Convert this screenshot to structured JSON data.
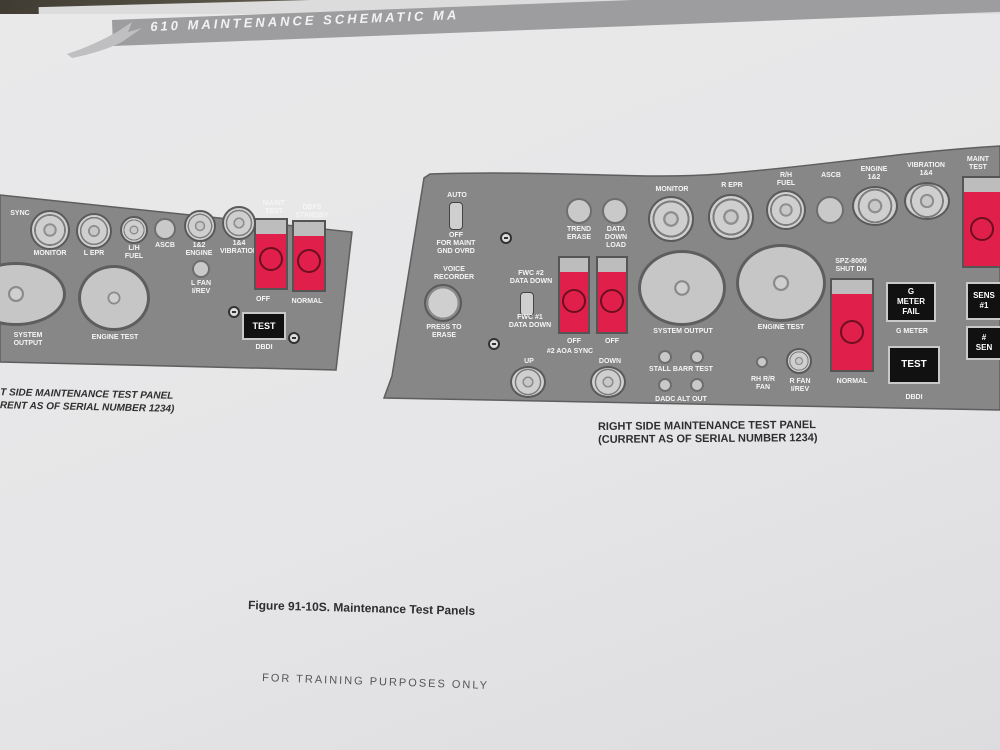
{
  "header": {
    "title": "610 MAINTENANCE SCHEMATIC MA"
  },
  "left_panel": {
    "labels": {
      "sync": "SYNC",
      "monitor": "MONITOR",
      "l_epr": "L EPR",
      "l_h_fuel": "L/H\nFUEL",
      "ascb": "ASCB",
      "engine_1_2": "1&2\nENGINE",
      "vibration_1_4": "1&4\nVIBRATION",
      "maint_test": "MAINT\nTEST",
      "dbfs_standby": "DBFS\nSTANDBY",
      "l_fan_i_rev": "L FAN\nI/REV",
      "system_output": "SYSTEM OUTPUT",
      "engine_test": "ENGINE TEST",
      "off": "OFF",
      "normal": "NORMAL",
      "test": "TEST",
      "dbdi": "DBDI"
    }
  },
  "right_panel": {
    "labels": {
      "auto": "AUTO",
      "off_for_maint": "OFF\nFOR MAINT\nGND OVRD",
      "voice_recorder": "VOICE\nRECORDER",
      "press_to_erase": "PRESS TO\nERASE",
      "trend_erase": "TREND\nERASE",
      "data_down_load": "DATA\nDOWN\nLOAD",
      "fwc2_data_down": "FWC #2\nDATA DOWN",
      "fwc1_data_down": "FWC #1\nDATA DOWN",
      "off_1": "OFF",
      "off_2": "OFF",
      "aoa_sync": "#2 AOA SYNC",
      "up": "UP",
      "down": "DOWN",
      "monitor": "MONITOR",
      "r_epr": "R EPR",
      "r_h_fuel": "R/H\nFUEL",
      "ascb": "ASCB",
      "engine_1_2": "ENGINE\n1&2",
      "vibration_1_4": "VIBRATION\n1&4",
      "maint_test": "MAINT\nTEST",
      "system_output": "SYSTEM OUTPUT",
      "engine_test": "ENGINE TEST",
      "stall_barr_test": "STALL BARR TEST",
      "dadc_alt_out": "DADC ALT OUT",
      "rh_rr_fan": "RH R/R\nFAN",
      "r_fan_i_rev": "R FAN\nI/REV",
      "spz_shut_dn": "SPZ-8000\nSHUT DN",
      "normal": "NORMAL",
      "g_meter_fail": "G\nMETER\nFAIL",
      "g_meter": "G METER",
      "test": "TEST",
      "dbdi": "DBDI",
      "sens_top": "SENS\n#1",
      "sens_bottom": "#\nSEN"
    }
  },
  "captions": {
    "left": "T SIDE MAINTENANCE TEST PANEL\nRENT AS OF SERIAL NUMBER 1234)",
    "right": "RIGHT SIDE MAINTENANCE TEST PANEL\n(CURRENT AS OF SERIAL NUMBER 1234)",
    "figure": "Figure 91-10S.   Maintenance Test Panels",
    "footer": "FOR TRAINING PURPOSES ONLY"
  },
  "colors": {
    "panel": "#878788",
    "switch_red": "#e0204a",
    "paper": "#e7e7e9"
  }
}
